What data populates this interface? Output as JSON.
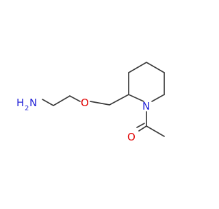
{
  "molecule": {
    "atom_labels": {
      "amine": {
        "main": "H",
        "sub": "2",
        "tail": "N"
      },
      "ether_oxygen": "O",
      "ring_nitrogen": "N",
      "carbonyl_oxygen": "O"
    },
    "colors": {
      "bond": "#3b3b3b",
      "nitrogen": "#2323d6",
      "oxygen": "#e00000"
    }
  }
}
